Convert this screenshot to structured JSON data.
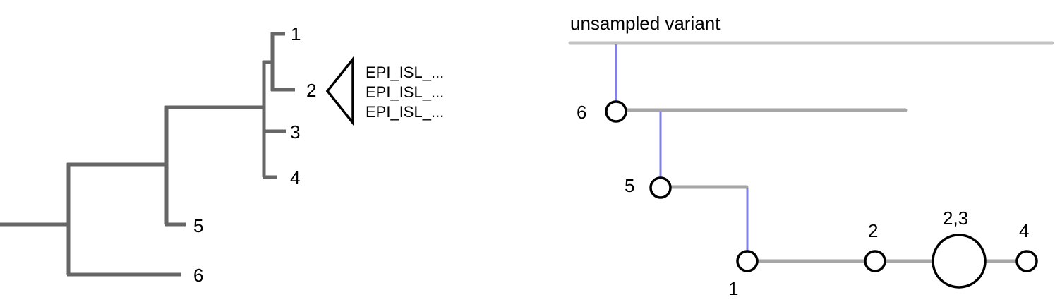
{
  "tree": {
    "tip_labels": [
      "1",
      "2",
      "3",
      "4",
      "5",
      "6"
    ],
    "collapsed_clade_labels": [
      "EPI_ISL_...",
      "EPI_ISL_...",
      "EPI_ISL_..."
    ],
    "branch_color": "#666666"
  },
  "network": {
    "title": "unsampled variant",
    "node_labels": [
      "6",
      "5",
      "1",
      "2",
      "2,3",
      "4"
    ],
    "lineage_color": "#bbbbbb",
    "link_color": "#7f7fee"
  }
}
